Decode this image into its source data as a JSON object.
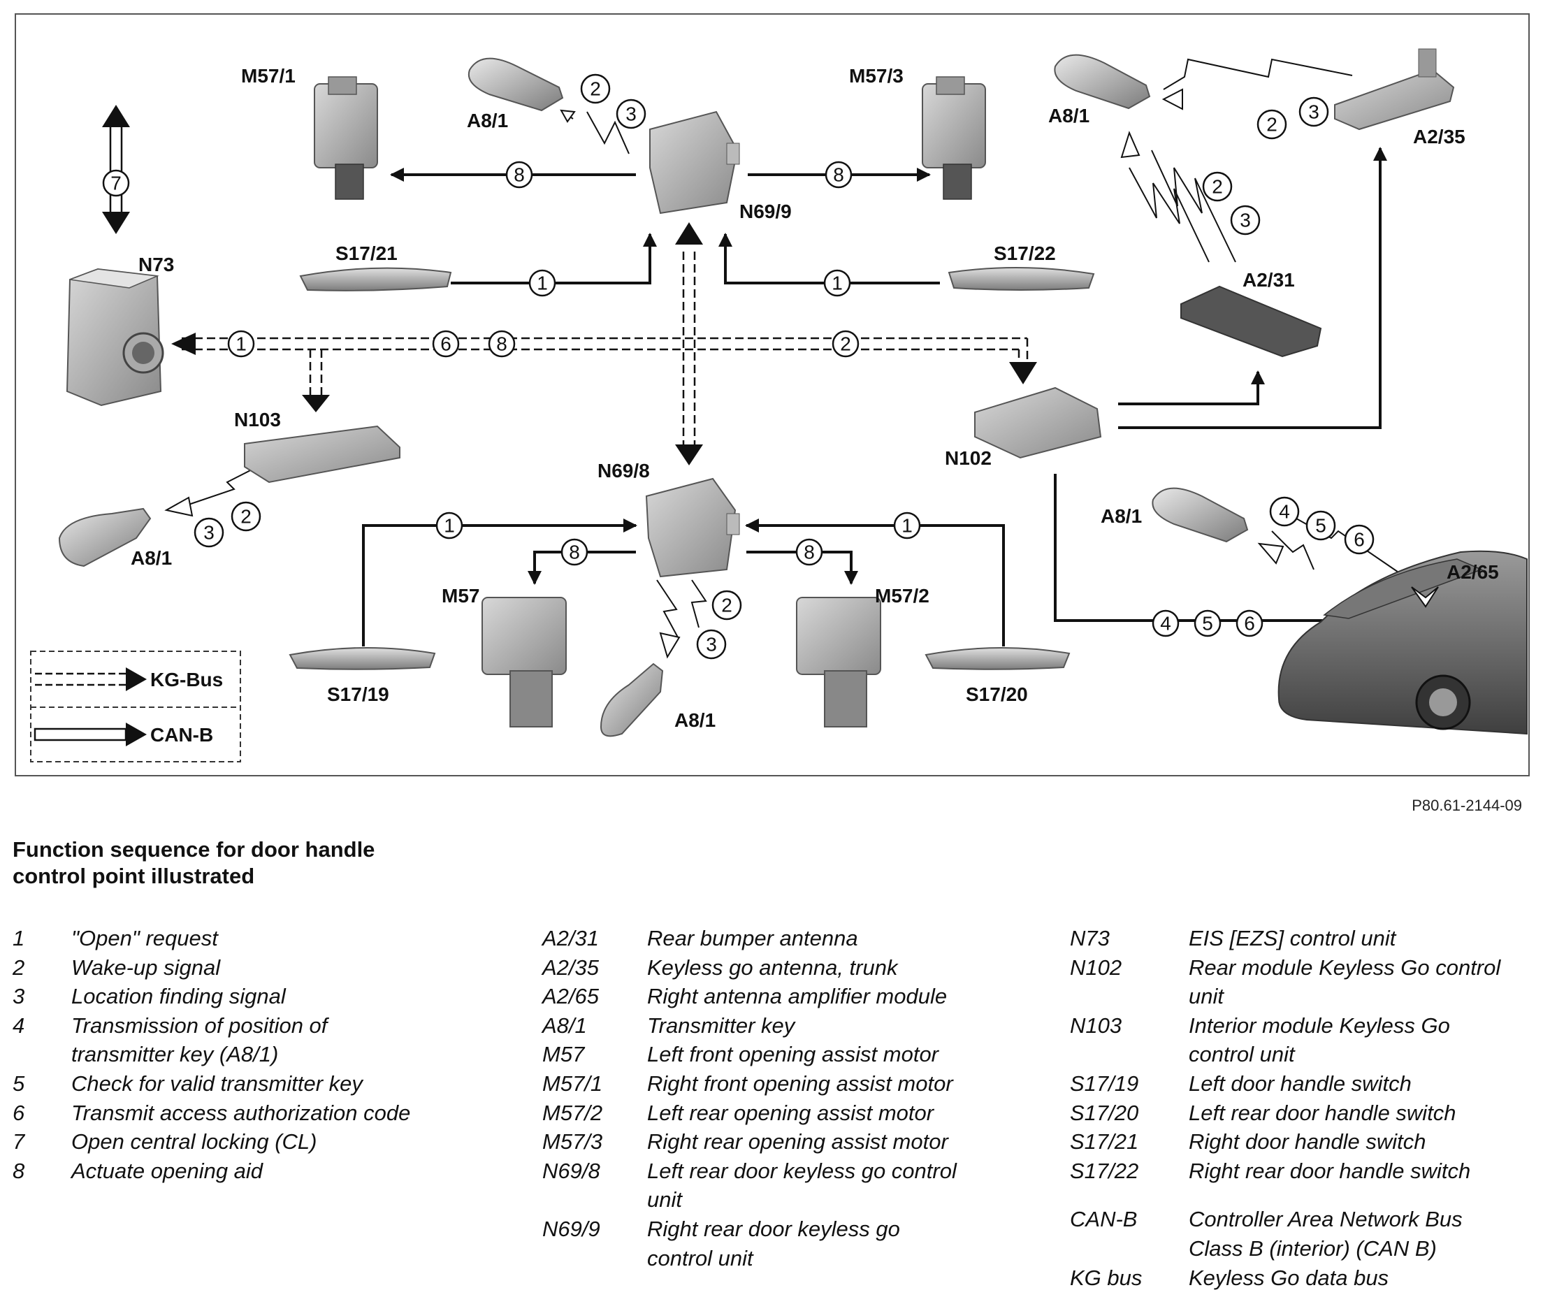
{
  "diagram": {
    "labels": {
      "m57_1": "M57/1",
      "m57_3": "M57/3",
      "a8_1_top": "A8/1",
      "a8_1_topright": "A8/1",
      "a2_35": "A2/35",
      "a2_31": "A2/31",
      "n69_9": "N69/9",
      "n73": "N73",
      "s17_21": "S17/21",
      "s17_22": "S17/22",
      "n103": "N103",
      "a8_1_left": "A8/1",
      "n69_8": "N69/8",
      "n102": "N102",
      "a8_1_right": "A8/1",
      "a2_65": "A2/65",
      "m57": "M57",
      "m57_2": "M57/2",
      "s17_19": "S17/19",
      "s17_20": "S17/20",
      "a8_1_bottom": "A8/1"
    },
    "legend": {
      "kg_bus": "KG-Bus",
      "can_b": "CAN-B"
    },
    "step_markers": [
      "7",
      "8",
      "8",
      "2",
      "3",
      "2",
      "3",
      "2",
      "3",
      "1",
      "1",
      "1",
      "6",
      "8",
      "2",
      "3",
      "2",
      "1",
      "1",
      "8",
      "8",
      "2",
      "3",
      "4",
      "5",
      "6",
      "4",
      "5",
      "6"
    ]
  },
  "figure_id": "P80.61-2144-09",
  "title": "Function sequence for door handle control point illustrated",
  "legend_steps": [
    {
      "key": "1",
      "text": "\"Open\" request"
    },
    {
      "key": "2",
      "text": "Wake-up signal"
    },
    {
      "key": "3",
      "text": "Location finding signal"
    },
    {
      "key": "4",
      "text": "Transmission of position of transmitter key (A8/1)"
    },
    {
      "key": "5",
      "text": "Check for valid transmitter key"
    },
    {
      "key": "6",
      "text": "Transmit access authorization code"
    },
    {
      "key": "7",
      "text": "Open central locking (CL)"
    },
    {
      "key": "8",
      "text": "Actuate opening aid"
    }
  ],
  "legend_components_a": [
    {
      "key": "A2/31",
      "text": "Rear bumper antenna"
    },
    {
      "key": "A2/35",
      "text": "Keyless go antenna, trunk"
    },
    {
      "key": "A2/65",
      "text": "Right antenna amplifier module"
    },
    {
      "key": "A8/1",
      "text": "Transmitter key"
    },
    {
      "key": "M57",
      "text": "Left front opening assist motor"
    },
    {
      "key": "M57/1",
      "text": "Right front opening assist motor"
    },
    {
      "key": "M57/2",
      "text": "Left rear opening assist motor"
    },
    {
      "key": "M57/3",
      "text": "Right rear opening assist motor"
    },
    {
      "key": "N69/8",
      "text": "Left rear door keyless go control unit"
    },
    {
      "key": "N69/9",
      "text": "Right rear door keyless go control unit"
    }
  ],
  "legend_components_b": [
    {
      "key": "N73",
      "text": "EIS [EZS] control unit"
    },
    {
      "key": "N102",
      "text": "Rear module Keyless Go control unit"
    },
    {
      "key": "N103",
      "text": "Interior module Keyless Go control unit"
    },
    {
      "key": "S17/19",
      "text": "Left door handle switch"
    },
    {
      "key": "S17/20",
      "text": "Left rear door handle switch"
    },
    {
      "key": "S17/21",
      "text": "Right door handle switch"
    },
    {
      "key": "S17/22",
      "text": "Right rear door handle switch"
    }
  ],
  "legend_bus": [
    {
      "key": "CAN-B",
      "text": "Controller Area Network Bus Class B (interior) (CAN B)"
    },
    {
      "key": "KG bus",
      "text": "Keyless Go data bus"
    }
  ]
}
